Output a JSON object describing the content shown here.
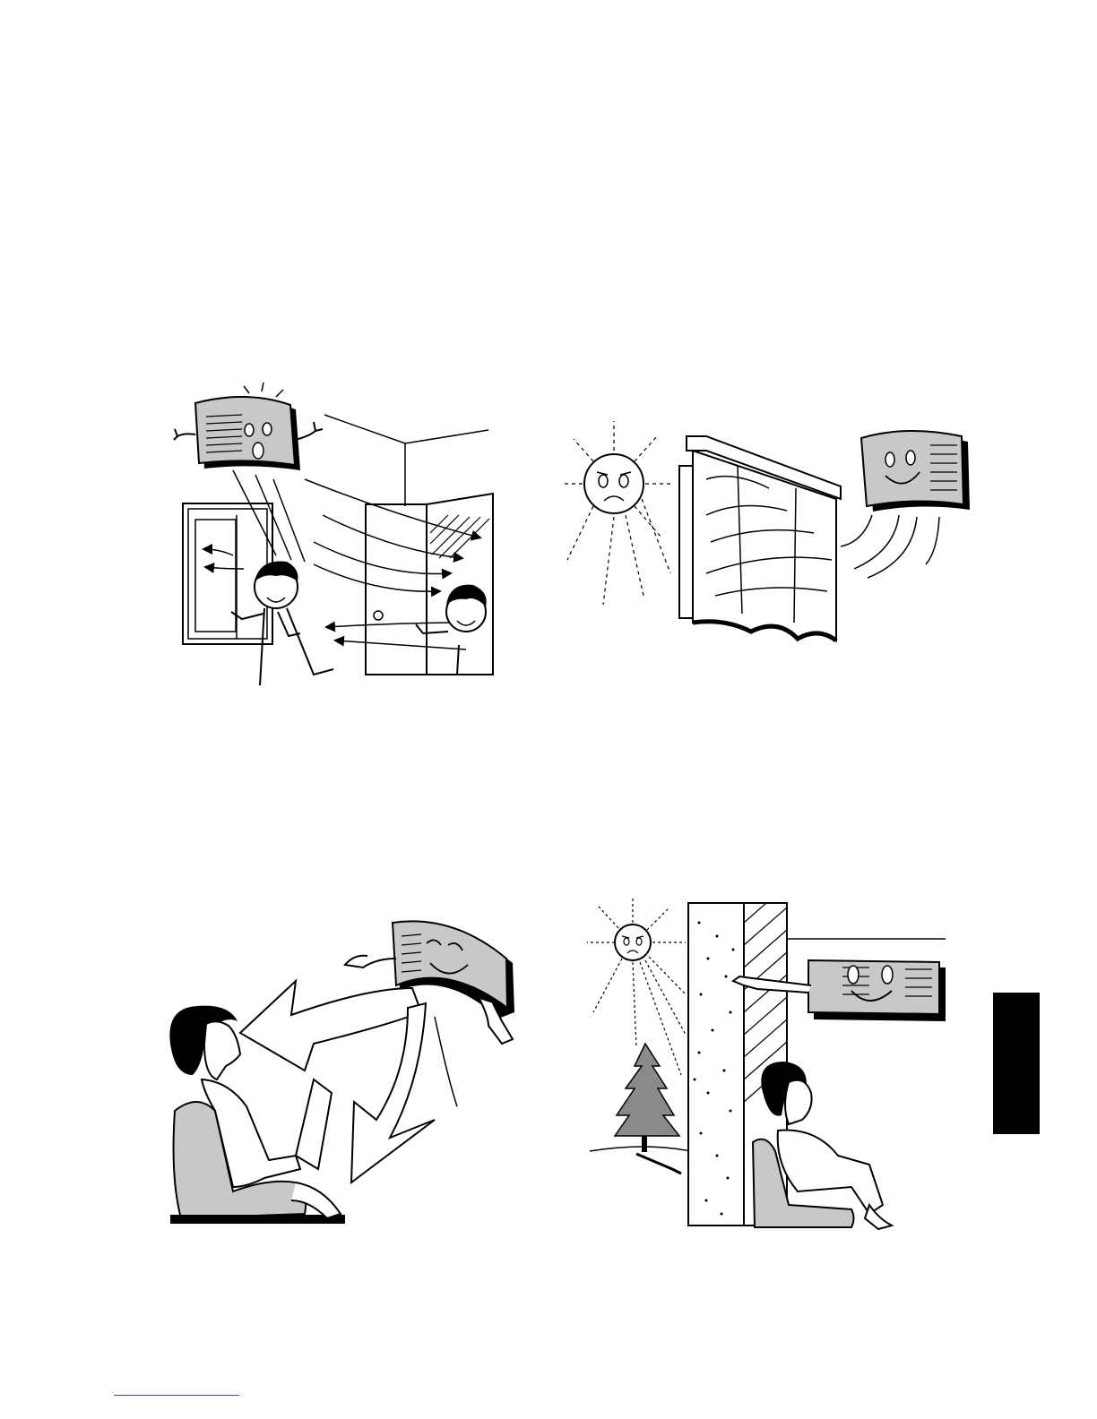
{
  "page": {
    "illustrations": [
      {
        "id": "ventilation",
        "icon": "ventilation-illustration"
      },
      {
        "id": "curtain",
        "icon": "curtain-blocks-sun-illustration"
      },
      {
        "id": "airflow",
        "icon": "airflow-direction-illustration"
      },
      {
        "id": "insulation",
        "icon": "wall-insulation-illustration"
      }
    ],
    "section_tab": {
      "color": "#000000"
    },
    "footer_rule": {
      "color": "#3a3aff"
    }
  },
  "colors": {
    "unit_fill": "#c8c8c8",
    "chair_fill": "#c8c8c8",
    "tree_fill": "#8a8a8a",
    "ink": "#000000"
  }
}
